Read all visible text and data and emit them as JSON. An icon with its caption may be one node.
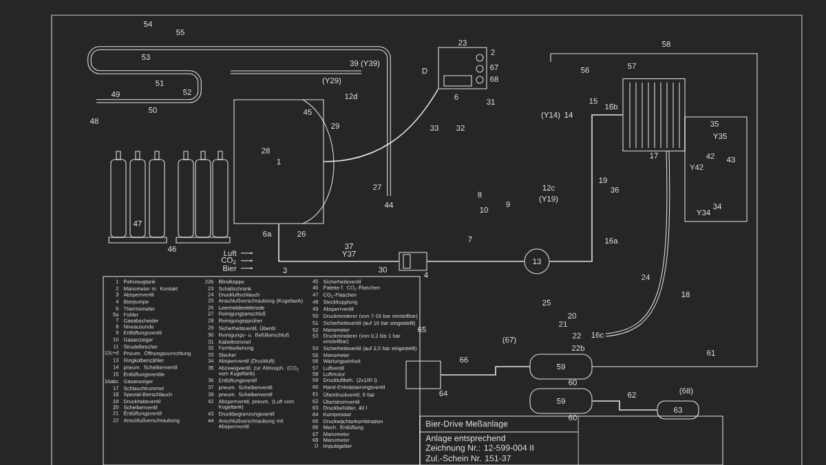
{
  "diagram": {
    "nodes": [
      {
        "text": [
          "1"
        ]
      },
      {
        "text": [
          "23"
        ]
      },
      {
        "text": [
          "13"
        ]
      },
      {
        "text": [
          "17"
        ]
      },
      {
        "text": [
          "59"
        ]
      },
      {
        "text": [
          "59"
        ]
      },
      {
        "text": [
          "63"
        ]
      },
      {
        "text": [
          "64"
        ]
      },
      {
        "text": [
          "4"
        ]
      }
    ],
    "edges": [
      {
        "from": 0,
        "to": 8,
        "arrow": "none"
      },
      {
        "from": 8,
        "to": 2,
        "arrow": "none"
      },
      {
        "from": 2,
        "to": 3,
        "arrow": "none"
      },
      {
        "from": 7,
        "to": 4,
        "arrow": "none"
      },
      {
        "from": 5,
        "to": 6,
        "arrow": "none"
      },
      {
        "from": 1,
        "to": 0,
        "arrow": "none"
      }
    ],
    "labels": [
      "54",
      "55",
      "53",
      "49",
      "51",
      "52",
      "50",
      "48",
      "47",
      "46",
      "39 (Y39)",
      "(Y29)",
      "12d",
      "45",
      "29",
      "28",
      "27",
      "44",
      "6a",
      "26",
      "Luft",
      "CO$_{2}$",
      "Bier",
      "3",
      "37",
      "Y37",
      "30",
      "2",
      "D",
      "67",
      "68",
      "6",
      "31",
      "33",
      "32",
      "56",
      "57",
      "58",
      "(Y14)",
      "14",
      "15",
      "16b",
      "35",
      "Y35",
      "42",
      "Y42",
      "43",
      "12c",
      "(Y19)",
      "19",
      "36",
      "8",
      "9",
      "10",
      "7",
      "16a",
      "34",
      "Y34",
      "24",
      "18",
      "25",
      "20",
      "21",
      "22",
      "16c",
      "22b",
      "65",
      "66",
      "(67)",
      "61",
      "60",
      "62",
      "(68)",
      "60",
      "1",
      "Fahrzeugtank",
      "2",
      "Manometer m. Kontakt",
      "3",
      "Absperrventil",
      "4",
      "Bierpumpe",
      "5",
      "Thermometer",
      "5a",
      "Fühler",
      "7",
      "Gasabscheider",
      "8",
      "Niveausonde",
      "9",
      "Entlüftungsventil",
      "10",
      "Gasanzeiger",
      "11",
      "Strudelbrecher",
      "12c+d",
      "Pneum. Öffnungsvorrichtung",
      "13",
      "Ringkolbenzähler",
      "14",
      "pneum. Scheibenventil",
      "15",
      "Entlüftungsventile",
      "16abc",
      "Gasanzeiger",
      "17",
      "Schlauchtrommel",
      "18",
      "Spezial-Bierschlauch",
      "19",
      "Druckhalteventil",
      "20",
      "Scheibenventil",
      "21",
      "Entlüftungsventil",
      "22",
      "Anschlußverschraubung",
      "22b",
      "Blindkappe",
      "23",
      "Schaltschrank",
      "24",
      "Druckluftschlauch",
      "25",
      "Anschlußverschraubung (Kugeltank)",
      "26",
      "Leermeldeelektrode",
      "27",
      "Reinigungsanschluß",
      "28",
      "Reinigungssprüher",
      "29",
      "Sicherheitsventil, Überdr.",
      "30",
      "Reinigungs- u. Befüllanschluß",
      "31",
      "Kabeltrommel",
      "32",
      "Fernbedienung",
      "33",
      "Stecker",
      "34",
      "Absperrventil (Druckluft)",
      "35",
      "Abzweigventil, zur Atmosph. (CO$_{2}$ vom Kugeltank)",
      "36",
      "Entlüftungsventil",
      "37",
      "pneum. Scheibenventil",
      "39",
      "pneum. Scheibenventil",
      "42",
      "Absperrventil, pneum. (Luft vom Kugeltank)",
      "43",
      "Druckbegrenzungsventil",
      "44",
      "Anschlußverschraubung mit Absperrventil",
      "45",
      "Sicherheitsventil",
      "46",
      "Palette f. CO$_{2}$-Flaschen",
      "47",
      "CO$_{2}$-Flaschen",
      "48",
      "Steckkupplung",
      "49",
      "Absperrventil",
      "50",
      "Druckminderer (von 7-16 bar einstellbar)",
      "51",
      "Sicherheitsventil (auf 16 bar eingestellt)",
      "52",
      "Manometer",
      "53",
      "Druckminderer (von 0,3 bis 1 bar einstellbar)",
      "54",
      "Sicherheitsventil (auf 2,5 bar eingestellt)",
      "55",
      "Manometer",
      "56",
      "Wartungseinheit",
      "57",
      "Luftventil",
      "58",
      "Luftmotor",
      "59",
      "Druckluftbeh. (2x100 l)",
      "60",
      "Hand-Entwässerungsventil",
      "61",
      "Überdruckventil, 8 bar",
      "62",
      "Überstromventil",
      "63",
      "Druckbehälter, 40 l",
      "64",
      "Kompressor",
      "65",
      "Druckwächterkombination",
      "66",
      "Mech. Entlüftung",
      "67",
      "Manometer",
      "68",
      "Manometer",
      "D",
      "Impulsgeber",
      "Bier-Drive Meßanlage",
      "Anlage entsprechend",
      "Zeichnung Nr.: 12-599-004 II",
      "Zul.-Schein Nr. 151-37"
    ]
  }
}
